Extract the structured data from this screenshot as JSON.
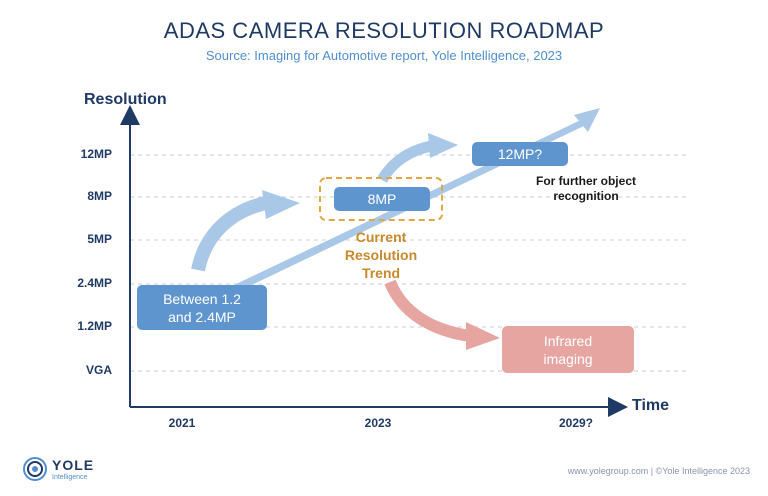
{
  "header": {
    "title": "ADAS CAMERA RESOLUTION ROADMAP",
    "subtitle": "Source: Imaging for Automotive report, Yole Intelligence, 2023"
  },
  "axes": {
    "y_title": "Resolution",
    "x_title": "Time",
    "y_ticks": [
      "12MP",
      "8MP",
      "5MP",
      "2.4MP",
      "1.2MP",
      "VGA"
    ],
    "x_ticks": [
      "2021",
      "2023",
      "2029?"
    ]
  },
  "boxes": {
    "start": "Between 1.2\nand 2.4MP",
    "current": "8MP",
    "future": "12MP?",
    "infrared": "Infrared\nimaging"
  },
  "annotations": {
    "future_note": "For further object\nrecognition",
    "trend_label": "Current\nResolution\nTrend"
  },
  "footer": {
    "credit": "www.yolegroup.com | ©Yole Intelligence 2023",
    "logo_name": "YOLE",
    "logo_sub": "Intelligence"
  },
  "colors": {
    "navy": "#1f3a64",
    "box_blue": "#5f95cf",
    "arrow_blue": "#a9c7e6",
    "infrared": "#e7a5a1",
    "trend_gold": "#c9892b"
  }
}
